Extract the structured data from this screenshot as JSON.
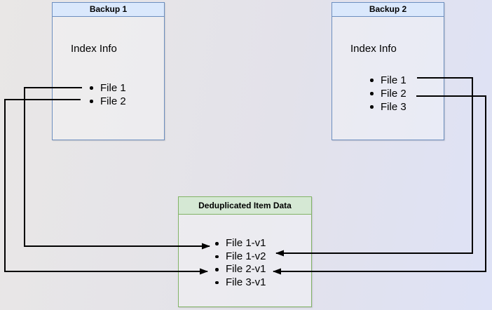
{
  "boxes": {
    "backup1": {
      "title": "Backup 1",
      "index_label": "Index Info",
      "files": [
        "File 1",
        "File 2"
      ]
    },
    "backup2": {
      "title": "Backup 2",
      "index_label": "Index Info",
      "files": [
        "File 1",
        "File 2",
        "File 3"
      ]
    },
    "dedup": {
      "title": "Deduplicated Item Data",
      "files": [
        "File 1-v1",
        "File 1-v2",
        "File 2-v1",
        "File 3-v1"
      ]
    }
  },
  "connections": [
    {
      "from": "Backup 1 / File 1",
      "to": "File 1-v1"
    },
    {
      "from": "Backup 1 / File 2",
      "to": "File 2-v1"
    },
    {
      "from": "Backup 2 / File 1",
      "to": "File 1-v2"
    },
    {
      "from": "Backup 2 / File 2",
      "to": "File 2-v1"
    }
  ],
  "colors": {
    "backup_header_fill": "#dae8fc",
    "backup_border": "#6c8ebf",
    "dedup_header_fill": "#d5e8d4",
    "dedup_border": "#82b366",
    "connector": "#000000",
    "background_left": "#e9e7e6",
    "background_right": "#dee2f6"
  }
}
